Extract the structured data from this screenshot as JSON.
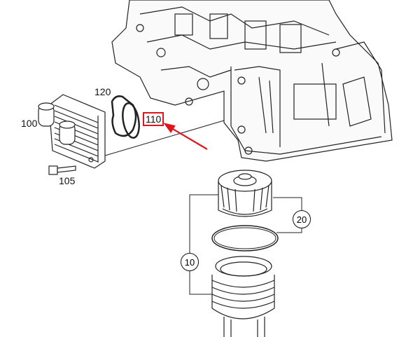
{
  "diagram": {
    "labels": {
      "oil_cooler": "100",
      "gasket_outer": "120",
      "gasket_inner": "110",
      "bolt": "105",
      "filter_element": "20",
      "filter_housing": "10"
    },
    "highlight_color": "#e0141b"
  }
}
